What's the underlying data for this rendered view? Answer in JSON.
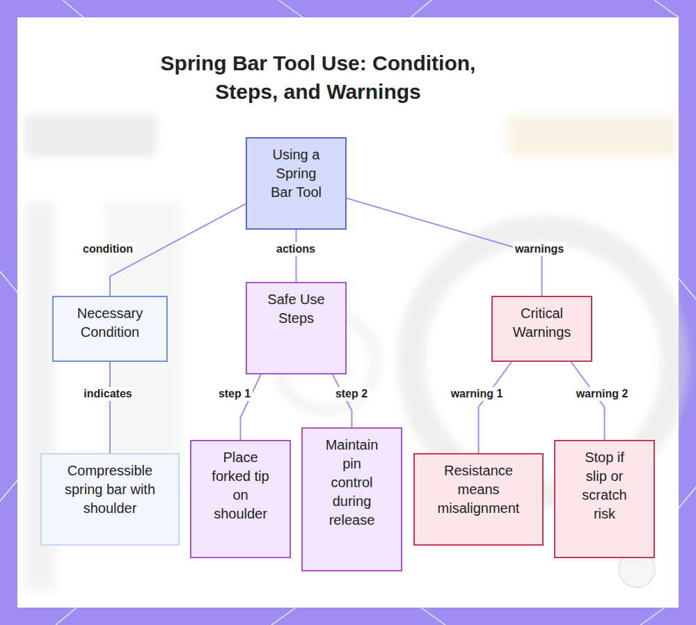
{
  "diagram": {
    "title": "Spring Bar Tool Use: Condition, Steps, and Warnings",
    "nodes": [
      {
        "text": [
          "Using a Spring Bar Tool"
        ]
      },
      {
        "text": [
          "Necessary Condition"
        ]
      },
      {
        "text": [
          "Safe Use Steps"
        ]
      },
      {
        "text": [
          "Critical Warnings"
        ]
      },
      {
        "text": [
          "Compressible spring bar with shoulder"
        ]
      },
      {
        "text": [
          "Place forked tip on shoulder"
        ]
      },
      {
        "text": [
          "Maintain pin control during release"
        ]
      },
      {
        "text": [
          "Resistance means misalignment"
        ]
      },
      {
        "text": [
          "Stop if slip or scratch risk"
        ]
      }
    ],
    "edges": [
      {
        "from": 0,
        "to": 1,
        "label": "condition",
        "arrow": "none"
      },
      {
        "from": 0,
        "to": 2,
        "label": "actions",
        "arrow": "none"
      },
      {
        "from": 0,
        "to": 3,
        "label": "warnings",
        "arrow": "none"
      },
      {
        "from": 1,
        "to": 4,
        "label": "indicates",
        "arrow": "none"
      },
      {
        "from": 2,
        "to": 5,
        "label": "step 1",
        "arrow": "none"
      },
      {
        "from": 2,
        "to": 6,
        "label": "step 2",
        "arrow": "none"
      },
      {
        "from": 3,
        "to": 7,
        "label": "warning 1",
        "arrow": "none"
      },
      {
        "from": 3,
        "to": 8,
        "label": "warning 2",
        "arrow": "none"
      }
    ]
  }
}
